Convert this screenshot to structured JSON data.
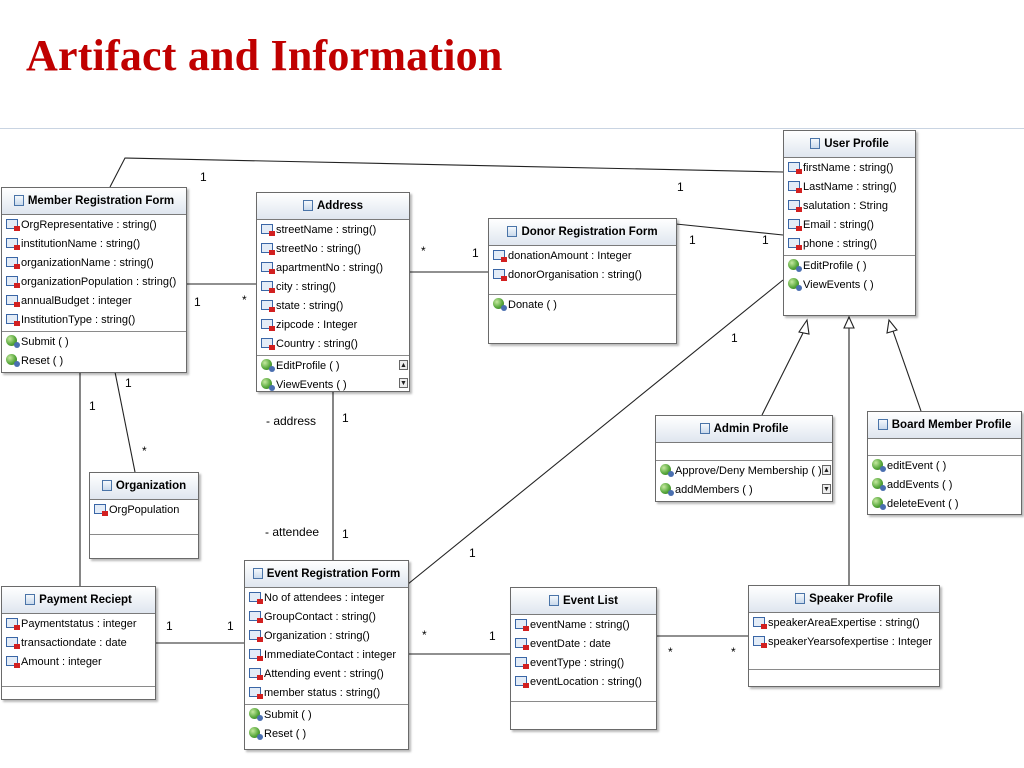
{
  "slide": {
    "title": "Artifact and Information"
  },
  "classes": {
    "member_registration": {
      "name": "Member Registration Form",
      "attributes": [
        "OrgRepresentative : string()",
        "institutionName : string()",
        "organizationName : string()",
        "organizationPopulation : string()",
        "annualBudget : integer",
        "InstitutionType : string()"
      ],
      "operations": [
        "Submit ( )",
        "Reset ( )"
      ]
    },
    "address": {
      "name": "Address",
      "attributes": [
        "streetName : string()",
        "streetNo : string()",
        "apartmentNo : string()",
        "city : string()",
        "state : string()",
        "zipcode : Integer",
        "Country : string()"
      ],
      "operations": [
        "EditProfile ( )",
        "ViewEvents ( )"
      ]
    },
    "donor_registration": {
      "name": "Donor Registration Form",
      "attributes": [
        "donationAmount : Integer",
        "donorOrganisation : string()"
      ],
      "operations": [
        "Donate ( )"
      ]
    },
    "user_profile": {
      "name": "User Profile",
      "attributes": [
        "firstName : string()",
        "LastName : string()",
        "salutation : String",
        "Email : string()",
        "phone : string()"
      ],
      "operations": [
        "EditProfile ( )",
        "ViewEvents ( )"
      ]
    },
    "organization": {
      "name": "Organization",
      "attributes": [
        "OrgPopulation"
      ],
      "operations": []
    },
    "admin_profile": {
      "name": "Admin Profile",
      "attributes": [],
      "operations": [
        "Approve/Deny Membership ( )",
        "addMembers ( )"
      ]
    },
    "board_member_profile": {
      "name": "Board Member Profile",
      "attributes": [],
      "operations": [
        "editEvent ( )",
        "addEvents ( )",
        "deleteEvent ( )"
      ]
    },
    "payment_receipt": {
      "name": "Payment Reciept",
      "attributes": [
        "Paymentstatus : integer",
        "transactiondate : date",
        "Amount : integer"
      ],
      "operations": []
    },
    "event_registration": {
      "name": "Event Registration Form",
      "attributes": [
        "No of attendees : integer",
        "GroupContact : string()",
        "Organization : string()",
        "ImmediateContact : integer",
        "Attending event : string()",
        "member status : string()"
      ],
      "operations": [
        "Submit ( )",
        "Reset ( )"
      ]
    },
    "event_list": {
      "name": "Event List",
      "attributes": [
        "eventName : string()",
        "eventDate : date",
        "eventType : string()",
        "eventLocation : string()"
      ],
      "operations": []
    },
    "speaker_profile": {
      "name": "Speaker Profile",
      "attributes": [
        "speakerAreaExpertise : string()",
        "speakerYearsofexpertise : Integer"
      ],
      "operations": []
    }
  },
  "labels": {
    "mrf_user_mrf_end": "1",
    "mrf_user_user_end": "1",
    "mrf_addr_mrf_end": "1",
    "mrf_addr_addr_end": "*",
    "addr_donor_addr_end": "*",
    "addr_donor_donor_end": "1",
    "donor_user_donor_end": "1",
    "donor_user_user_end": "1",
    "mrf_org_mrf_end": "1",
    "mrf_org_org_end": "*",
    "mrf_pay_mrf_end": "1",
    "org_corner_star": "*",
    "addr_role": "- address",
    "addr_event_addr_end": "1",
    "attendee_role": "- attendee",
    "addr_event_event_end": "1",
    "user_event_user_end": "1",
    "user_event_event_end": "1",
    "pay_event_pay_end": "1",
    "pay_event_event_end": "1",
    "event_list_event_end": "*",
    "event_list_list_end": "1",
    "list_speaker_list_end": "*",
    "list_speaker_speaker_end": "*"
  }
}
